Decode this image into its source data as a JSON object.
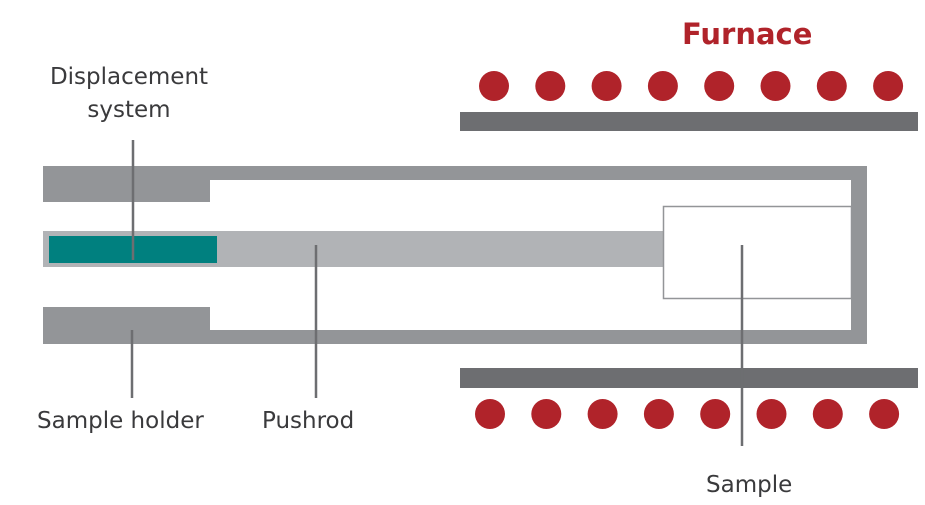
{
  "diagram": {
    "title": "Furnace",
    "labels": {
      "displacement_line1": "Displacement",
      "displacement_line2": "system",
      "sample_holder": "Sample holder",
      "pushrod": "Pushrod",
      "sample": "Sample"
    },
    "heater_count_top": 8,
    "heater_count_bottom": 8,
    "colors": {
      "heater": "#b0232a",
      "furnace_wall": "#6d6e71",
      "holder": "#939598",
      "pushrod": "#b1b3b6",
      "displacement_sensor": "#00807f",
      "leader_line": "#6d6e71",
      "text": "#3a3a3c",
      "title": "#b0232a"
    }
  }
}
